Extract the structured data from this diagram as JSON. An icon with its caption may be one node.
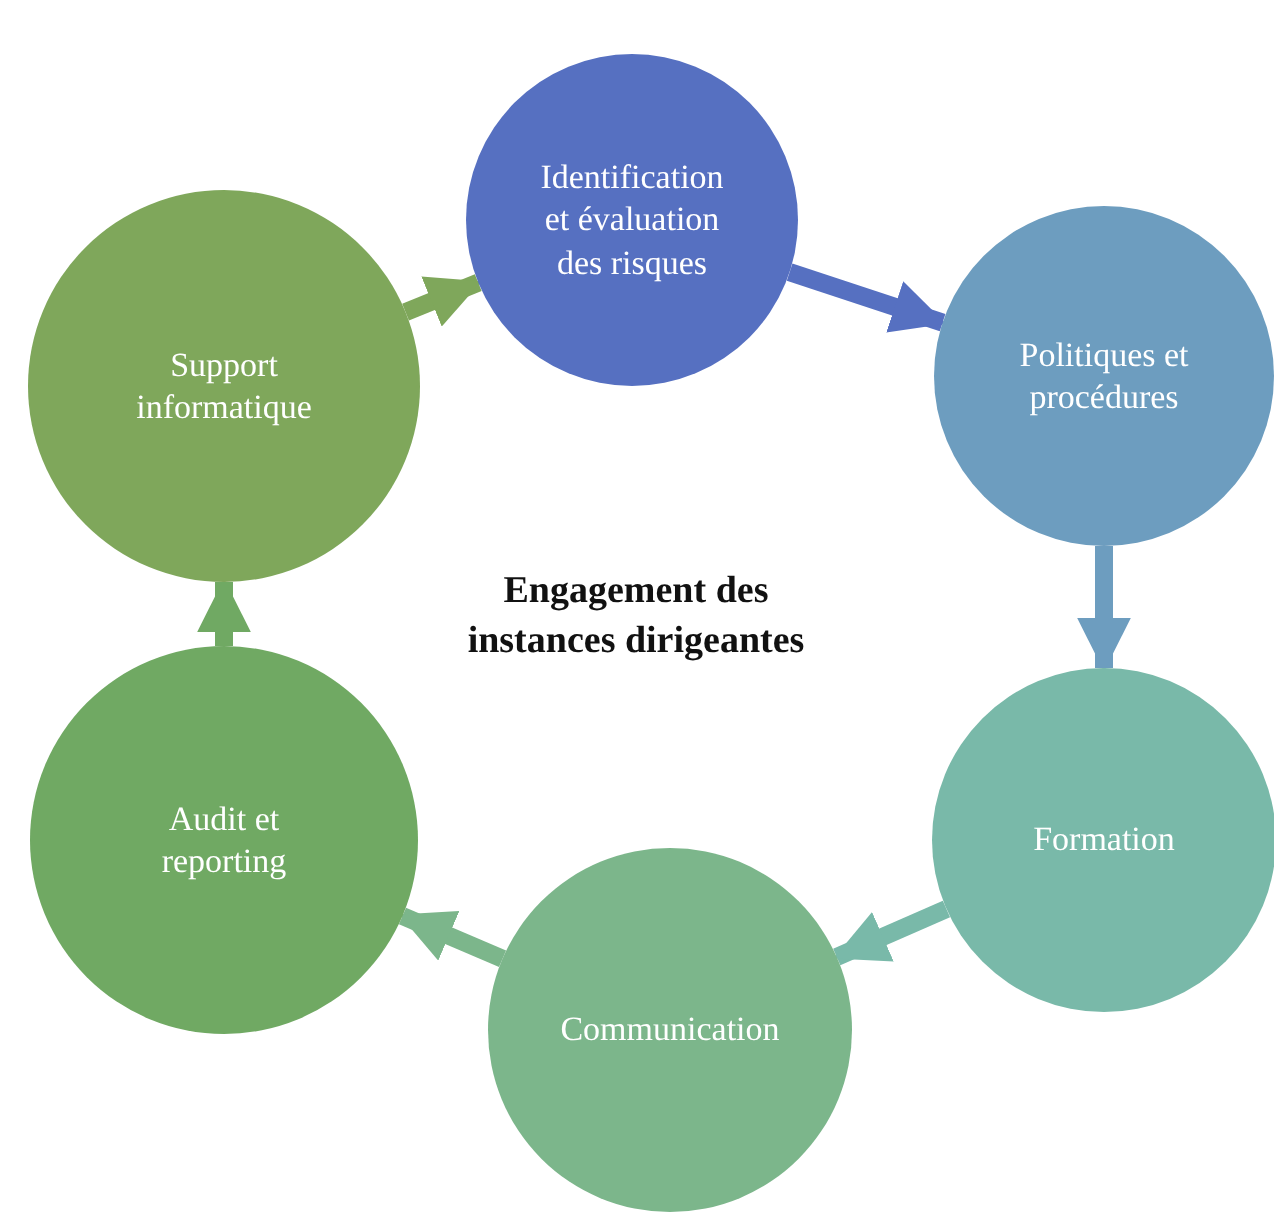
{
  "diagram": {
    "nodes": [
      {
        "text": [
          "Identification et évaluation des risques"
        ]
      },
      {
        "text": [
          "Politiques et procédures"
        ]
      },
      {
        "text": [
          "Formation"
        ]
      },
      {
        "text": [
          "Communication"
        ]
      },
      {
        "text": [
          "Audit et reporting"
        ]
      },
      {
        "text": [
          "Support informatique"
        ]
      }
    ],
    "edges": [
      {
        "from": 0,
        "to": 1,
        "arrow": "to",
        "color": "#5670c1"
      },
      {
        "from": 1,
        "to": 2,
        "arrow": "to",
        "color": "#6d9dbf"
      },
      {
        "from": 2,
        "to": 3,
        "arrow": "to",
        "color": "#79b9a9"
      },
      {
        "from": 3,
        "to": 4,
        "arrow": "to",
        "color": "#7cb68b"
      },
      {
        "from": 4,
        "to": 5,
        "arrow": "to",
        "color": "#70a963"
      },
      {
        "from": 5,
        "to": 0,
        "arrow": "to",
        "color": "#7fa75b"
      }
    ],
    "labels": [
      "Engagement des instances dirigeantes"
    ]
  }
}
